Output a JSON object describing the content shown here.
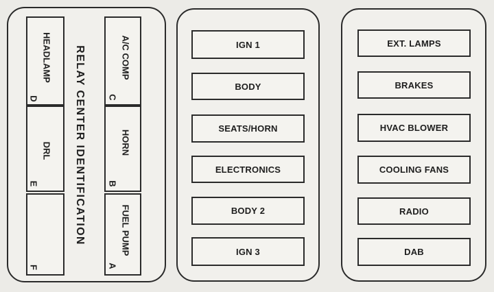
{
  "relay_center": {
    "title": "RELAY CENTER IDENTIFICATION",
    "relays": [
      {
        "name": "HEADLAMP",
        "letter": "D"
      },
      {
        "name": "DRL",
        "letter": "E"
      },
      {
        "name": "",
        "letter": "F"
      },
      {
        "name": "A/C COMP",
        "letter": "C"
      },
      {
        "name": "HORN",
        "letter": "B"
      },
      {
        "name": "FUEL PUMP",
        "letter": "A"
      }
    ]
  },
  "fuses_middle": [
    "IGN 1",
    "BODY",
    "SEATS/HORN",
    "ELECTRONICS",
    "BODY 2",
    "IGN 3"
  ],
  "fuses_right": [
    "EXT. LAMPS",
    "BRAKES",
    "HVAC BLOWER",
    "COOLING FANS",
    "RADIO",
    "DAB"
  ]
}
